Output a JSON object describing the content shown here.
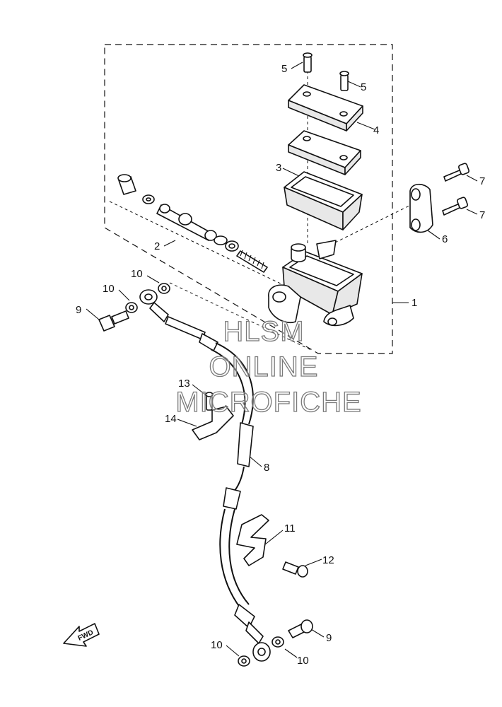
{
  "callouts": [
    "1",
    "2",
    "3",
    "4",
    "5",
    "5",
    "6",
    "7",
    "7",
    "8",
    "9",
    "9",
    "10",
    "10",
    "10",
    "10",
    "11",
    "12",
    "13",
    "14"
  ],
  "watermark": {
    "line1": "HLSM",
    "line2": "ONLINE",
    "line3": "MICROFICHE"
  },
  "direction_label": "FWD"
}
